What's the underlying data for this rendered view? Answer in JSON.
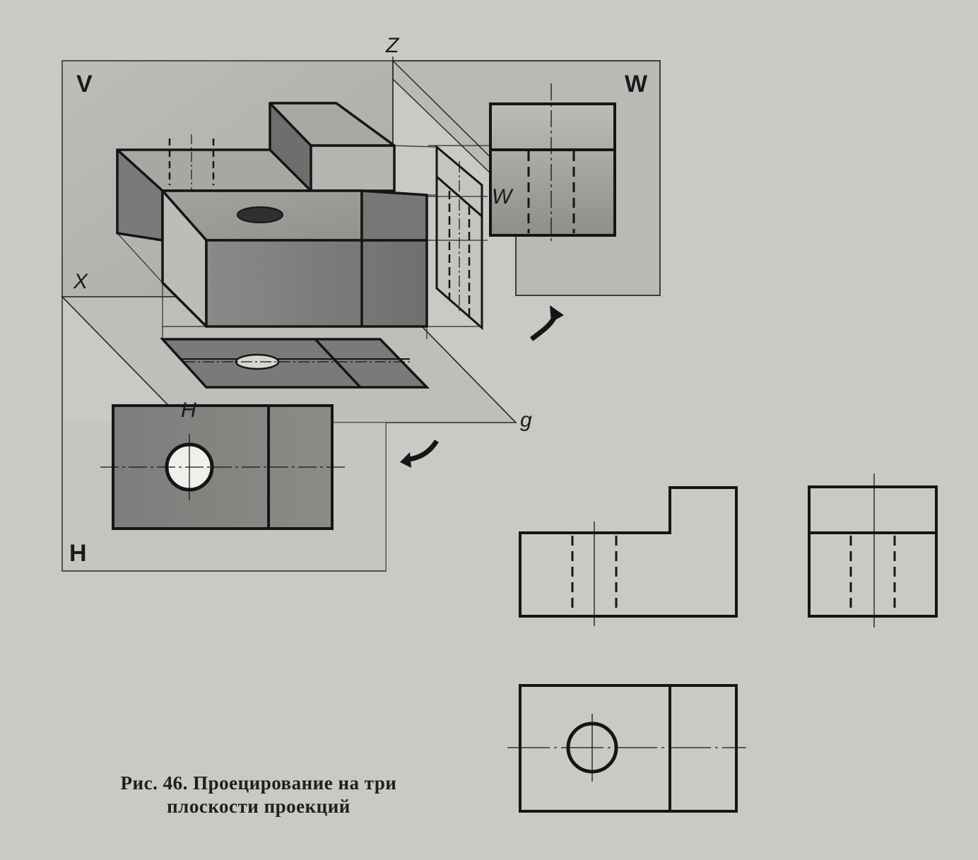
{
  "labels": {
    "plane_v": "V",
    "plane_w": "W",
    "plane_h": "H",
    "plane_h_tilted": "H",
    "plane_w_tilted": "W",
    "axis_z": "Z",
    "axis_x": "X",
    "axis_y": "g"
  },
  "caption": {
    "line1": "Рис. 46. Проецирование на три",
    "line2": "плоскости проекций"
  },
  "colors": {
    "paper": "#c9c9c5",
    "ink": "#151515",
    "shade_dark": "#777777",
    "shade_mid": "#9a9a9a",
    "shade_light": "#b5b5b2"
  }
}
